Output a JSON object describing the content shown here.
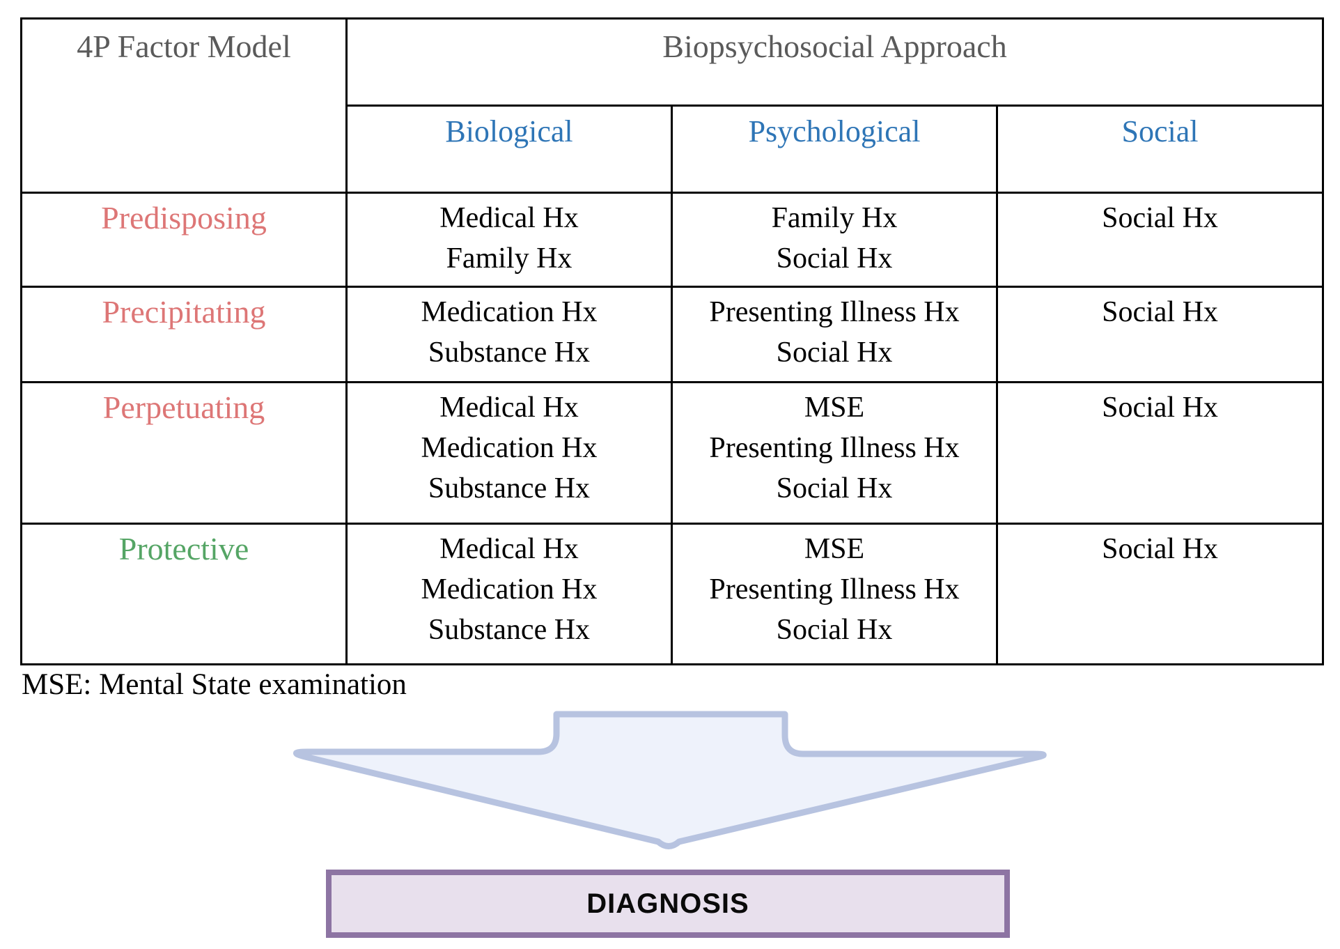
{
  "figure": {
    "table": {
      "corner_header": "4P Factor Model",
      "group_header": "Biopsychosocial Approach",
      "columns": [
        "Biological",
        "Psychological",
        "Social"
      ],
      "rows": [
        {
          "label": "Predisposing",
          "label_color": "#dd7676",
          "biological": [
            "Medical Hx",
            "Family Hx"
          ],
          "psychological": [
            "Family Hx",
            "Social Hx"
          ],
          "social": [
            "Social Hx"
          ]
        },
        {
          "label": "Precipitating",
          "label_color": "#dd7676",
          "biological": [
            "Medication Hx",
            "Substance Hx"
          ],
          "psychological": [
            "Presenting Illness Hx",
            "Social Hx"
          ],
          "social": [
            "Social Hx"
          ]
        },
        {
          "label": "Perpetuating",
          "label_color": "#dd7676",
          "biological": [
            "Medical Hx",
            "Medication Hx",
            "Substance Hx"
          ],
          "psychological": [
            "MSE",
            "Presenting Illness Hx",
            "Social Hx"
          ],
          "social": [
            "Social Hx"
          ]
        },
        {
          "label": "Protective",
          "label_color": "#55a565",
          "biological": [
            "Medical Hx",
            "Medication Hx",
            "Substance Hx"
          ],
          "psychological": [
            "MSE",
            "Presenting Illness Hx",
            "Social Hx"
          ],
          "social": [
            "Social Hx"
          ]
        }
      ]
    },
    "footnote": "MSE: Mental State examination",
    "diagnosis_label": "DIAGNOSIS",
    "colors": {
      "header_gray": "#5a5a5a",
      "header_blue": "#2e75b6",
      "predisposing_red": "#dd7676",
      "protective_green": "#55a565",
      "table_border": "#000000",
      "arrow_fill": "#eef2fb",
      "arrow_stroke": "#b7c3e0",
      "diagnosis_fill": "#e8e0ed",
      "diagnosis_border": "#8d74a3",
      "diagnosis_text": "#0a0a0a"
    }
  }
}
